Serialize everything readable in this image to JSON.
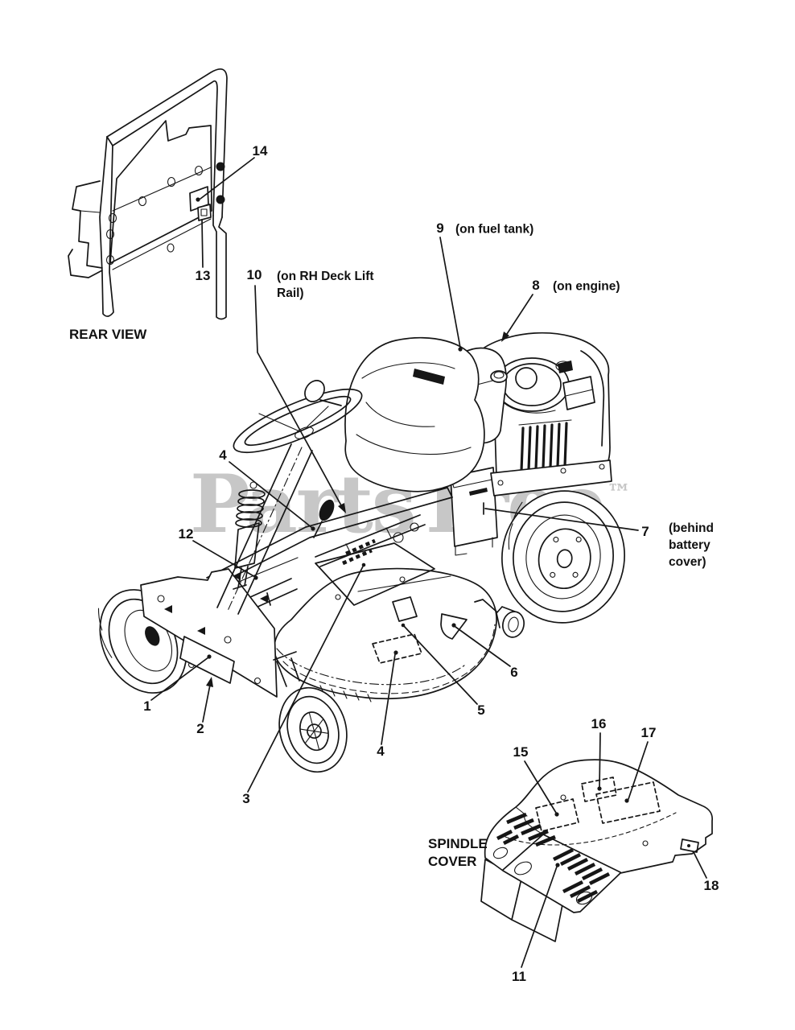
{
  "page": {
    "background": "#ffffff",
    "ink_color": "#161616",
    "watermark_color": "#c7c7c7"
  },
  "watermark": {
    "text": "PartsTree",
    "trademark": "™"
  },
  "section_labels": {
    "rear_view": "REAR VIEW",
    "spindle_cover_line1": "SPINDLE",
    "spindle_cover_line2": "COVER"
  },
  "annotations": {
    "fuel_tank": "(on fuel tank)",
    "engine": "(on engine)",
    "rh_deck_lift_line1": "(on RH Deck Lift",
    "rh_deck_lift_line2": "Rail)",
    "battery_line1": "(behind",
    "battery_line2": "battery",
    "battery_line3": "cover)"
  },
  "callouts": {
    "n1": "1",
    "n2": "2",
    "n3": "3",
    "n4_upper": "4",
    "n4_lower": "4",
    "n5": "5",
    "n6": "6",
    "n7": "7",
    "n8": "8",
    "n9": "9",
    "n10": "10",
    "n11": "11",
    "n12": "12",
    "n13": "13",
    "n14": "14",
    "n15": "15",
    "n16": "16",
    "n17": "17",
    "n18": "18"
  }
}
